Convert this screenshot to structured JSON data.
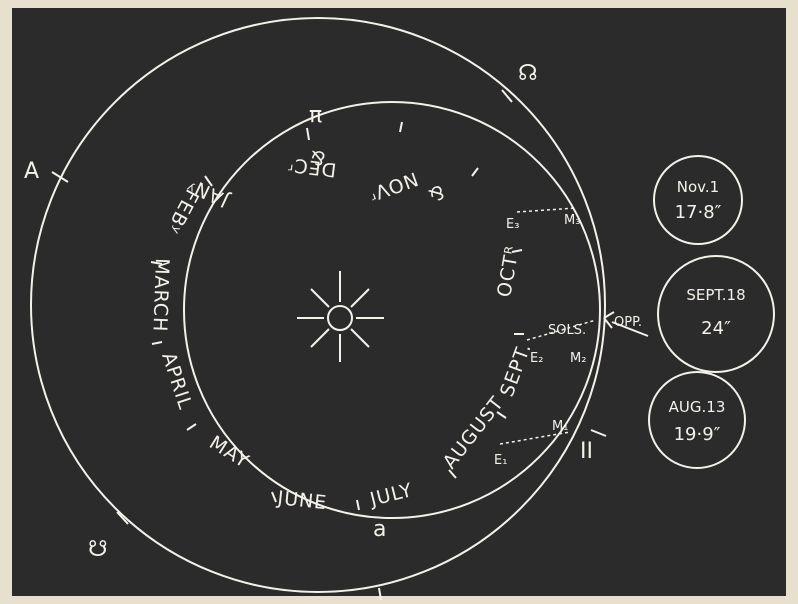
{
  "colors": {
    "paper": "#e8e0cf",
    "board": "#2b2b2b",
    "chalk": "#f4f1ea"
  },
  "diagram": {
    "symbols": {
      "ascending_node": "☊",
      "descending_node": "☋",
      "aphelion": "A",
      "perihelion_pi": "π",
      "a_point": "a",
      "gemini": "II"
    },
    "months": [
      "JANʸ",
      "DECʳ",
      "&",
      "NOVʳ",
      "&",
      "OCTᴿ",
      "SEPT.",
      "AUGUST",
      "JULY",
      "JUNE",
      "MAY",
      "APRIL",
      "MARCH",
      "FEBʸ"
    ],
    "earth_labels": {
      "e1": "E₁",
      "e2": "E₂",
      "e3": "E₃"
    },
    "mars_labels": {
      "m1": "M₁",
      "m2": "M₂",
      "m3": "M₃"
    },
    "sols_label": "SOLS.",
    "opp_label": "OPP.",
    "discs": [
      {
        "date": "Nov.1",
        "size": "17·8″"
      },
      {
        "date": "SEPT.18",
        "size": "24″"
      },
      {
        "date": "AUG.13",
        "size": "19·9″"
      }
    ]
  }
}
